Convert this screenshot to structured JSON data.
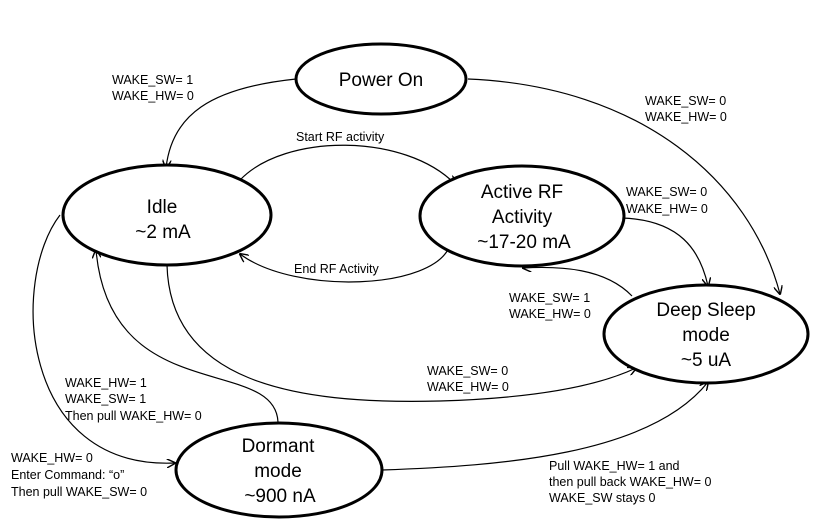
{
  "states": {
    "power_on": {
      "lines": [
        "Power On"
      ]
    },
    "idle": {
      "lines": [
        "Idle",
        "~2 mA"
      ]
    },
    "active_rf": {
      "lines": [
        "Active RF",
        "Activity",
        "~17-20 mA"
      ]
    },
    "deep_sleep": {
      "lines": [
        "Deep Sleep",
        "mode",
        "~5 uA"
      ]
    },
    "dormant": {
      "lines": [
        "Dormant",
        "mode",
        "~900 nA"
      ]
    }
  },
  "transitions": {
    "power_to_idle": [
      "WAKE_SW= 1",
      "WAKE_HW= 0"
    ],
    "power_to_deep": [
      "WAKE_SW= 0",
      "WAKE_HW= 0"
    ],
    "idle_to_active": [
      "Start RF activity"
    ],
    "active_to_idle": [
      "End RF Activity"
    ],
    "active_to_deep": [
      "WAKE_SW= 0",
      "WAKE_HW= 0"
    ],
    "deep_to_active": [
      "WAKE_SW= 1",
      "WAKE_HW= 0"
    ],
    "idle_to_deep": [
      "WAKE_SW= 0",
      "WAKE_HW= 0"
    ],
    "dormant_to_idle": [
      "WAKE_HW= 1",
      "WAKE_SW= 1",
      "Then pull WAKE_HW= 0"
    ],
    "idle_to_dormant": [
      "WAKE_HW= 0",
      "Enter Command: “o”",
      "Then pull WAKE_SW= 0"
    ],
    "dormant_to_deep": [
      "Pull WAKE_HW= 1 and",
      "then pull back WAKE_HW= 0",
      "WAKE_SW stays 0"
    ]
  }
}
